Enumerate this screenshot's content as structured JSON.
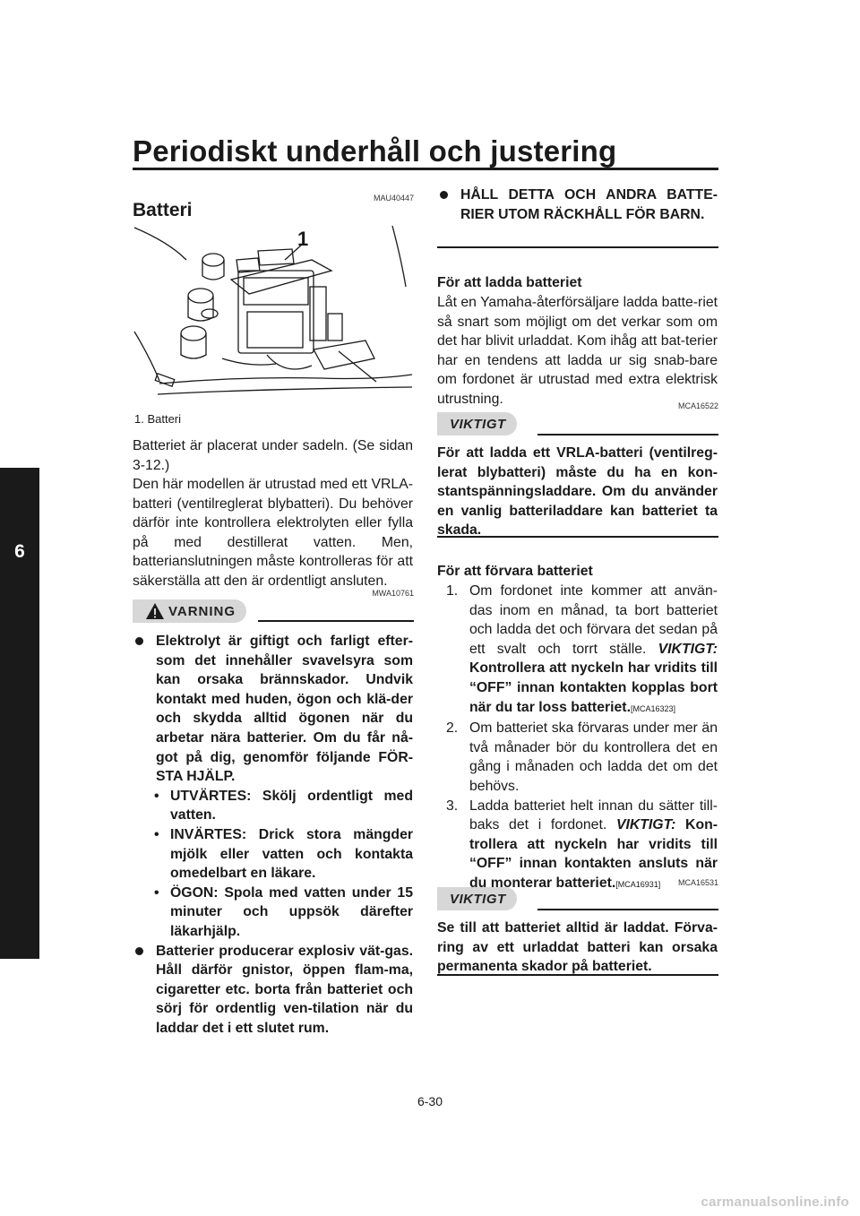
{
  "header": {
    "title": "Periodiskt underhåll och justering"
  },
  "chapter": {
    "number": "6"
  },
  "battery": {
    "code": "MAU40447",
    "heading": "Batteri",
    "figure_callout": "1",
    "caption": "1.  Batteri",
    "intro_1": "Batteriet är placerat under sadeln. (Se sidan 3-12.)",
    "intro_2": "Den här modellen är utrustad med ett VRLA-batteri (ventilreglerat blybatteri). Du behöver därför inte kontrollera elektrolyten eller fylla på med destillerat vatten. Men, batterianslutningen måste kontrolleras för att säkerställa att den är ordentligt ansluten."
  },
  "warning": {
    "code": "MWA10761",
    "label": "VARNING",
    "bullet_1": "Elektrolyt är giftigt och farligt efter-som det innehåller svavelsyra som kan orsaka brännskador. Undvik kontakt med huden, ögon och klä-der och skydda alltid ögonen när du arbetar nära batterier. Om du får nå-got på dig, genomför följande FÖR-STA HJÄLP.",
    "sub_1": "UTVÄRTES: Skölj ordentligt med vatten.",
    "sub_2": "INVÄRTES: Drick stora mängder mjölk eller vatten och kontakta omedelbart en läkare.",
    "sub_3": "ÖGON: Spola med vatten under 15 minuter och uppsök därefter läkarhjälp.",
    "bullet_2": "Batterier producerar explosiv vät-gas. Håll därför gnistor, öppen flam-ma, cigaretter etc. borta från batteriet och sörj för ordentlig ven-tilation när du laddar det i ett slutet rum.",
    "bullet_3": "HÅLL DETTA OCH ANDRA BATTE-RIER UTOM RÄCKHÅLL FÖR BARN."
  },
  "charging": {
    "heading": "För att ladda batteriet",
    "text": "Låt en Yamaha-återförsäljare ladda batte-riet så snart som möjligt om det verkar som om det har blivit urladdat. Kom ihåg att bat-terier har en tendens att ladda ur sig snab-bare om fordonet är utrustad med extra elektrisk utrustning."
  },
  "notice_1": {
    "code": "MCA16522",
    "label": "VIKTIGT",
    "text": "För att ladda ett VRLA-batteri (ventilreg-lerat blybatteri) måste du ha en kon-stantspänningsladdare. Om du använder en vanlig batteriladdare kan batteriet ta skada."
  },
  "storage": {
    "heading": "För att förvara batteriet",
    "step_1_num": "1.",
    "step_1_text": "Om fordonet inte kommer att använ-das inom en månad, ta bort batteriet och ladda det och förvara det sedan på ett svalt och torrt ställe.",
    "step_1_label": "VIKTIGT:",
    "step_1_bold": "Kontrollera att nyckeln har vridits till “OFF” innan kontakten kopplas bort när du tar loss batteriet.",
    "step_1_ref": "[MCA16323]",
    "step_2_num": "2.",
    "step_2_text": "Om batteriet ska förvaras under mer än två månader bör du kontrollera det en gång i månaden och ladda det om det behövs.",
    "step_3_num": "3.",
    "step_3_text": "Ladda batteriet helt innan du sätter till-baks det i fordonet.",
    "step_3_label": "VIKTIGT:",
    "step_3_bold": "Kon-trollera att nyckeln har vridits till “OFF” innan kontakten ansluts när du monterar batteriet.",
    "step_3_ref": "[MCA16931]"
  },
  "notice_2": {
    "code": "MCA16531",
    "label": "VIKTIGT",
    "text": "Se till att batteriet alltid är laddat. Förva-ring av ett urladdat batteri kan orsaka permanenta skador på batteriet."
  },
  "footer": {
    "page_number": "6-30",
    "watermark": "carmanualsonline.info"
  }
}
